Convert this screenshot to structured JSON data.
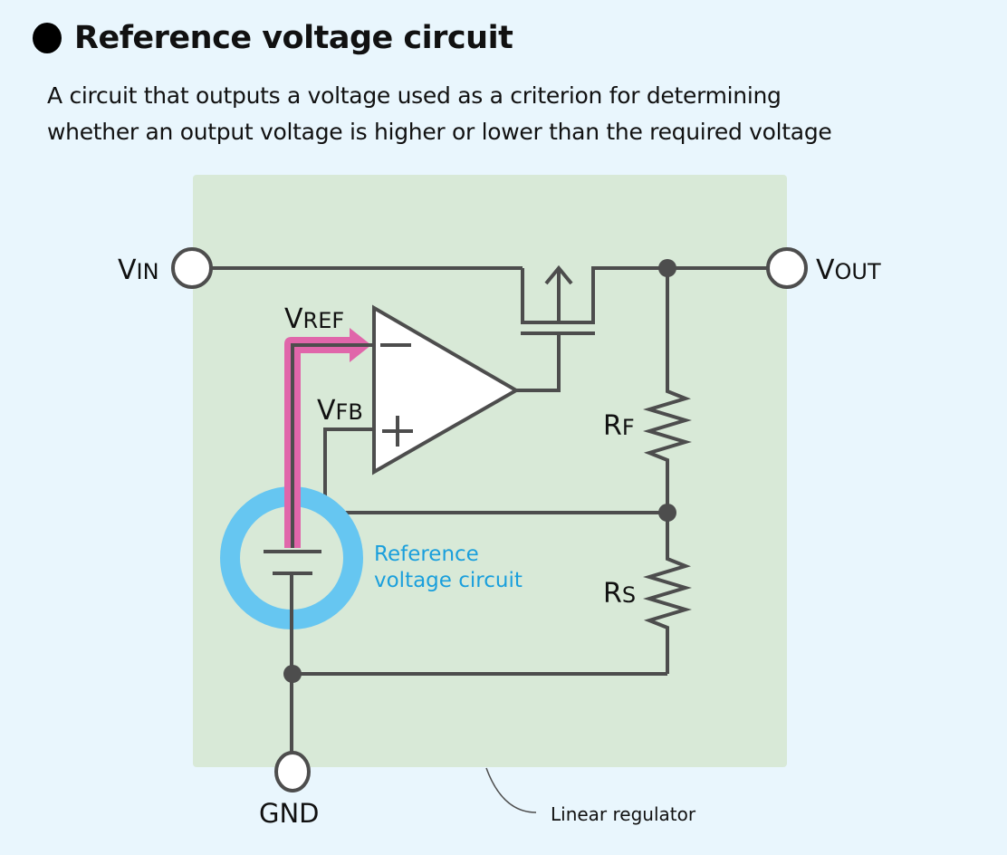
{
  "header": {
    "title": "Reference voltage circuit",
    "description_line1": "A circuit that outputs a voltage used as a criterion for determining",
    "description_line2": "whether an output voltage is higher or lower than the required voltage"
  },
  "diagram": {
    "terminals": {
      "vin": {
        "main": "V",
        "sub": "IN"
      },
      "vout": {
        "main": "V",
        "sub": "OUT"
      },
      "gnd": "GND"
    },
    "signals": {
      "vref": {
        "main": "V",
        "sub": "REF"
      },
      "vfb": {
        "main": "V",
        "sub": "FB"
      }
    },
    "resistors": {
      "rf": {
        "main": "R",
        "sub": "F"
      },
      "rs": {
        "main": "R",
        "sub": "S"
      }
    },
    "opamp": {
      "minus": "−",
      "plus": "+"
    },
    "highlight_label_line1": "Reference",
    "highlight_label_line2": "voltage circuit",
    "region_label": "Linear regulator",
    "colors": {
      "background": "#e9f6fd",
      "region": "#d8e9d7",
      "wire": "#4d4d4d",
      "highlight_ring": "#66c6f1",
      "highlight_text": "#1a9fdc",
      "vref_path": "#e066aa"
    }
  }
}
